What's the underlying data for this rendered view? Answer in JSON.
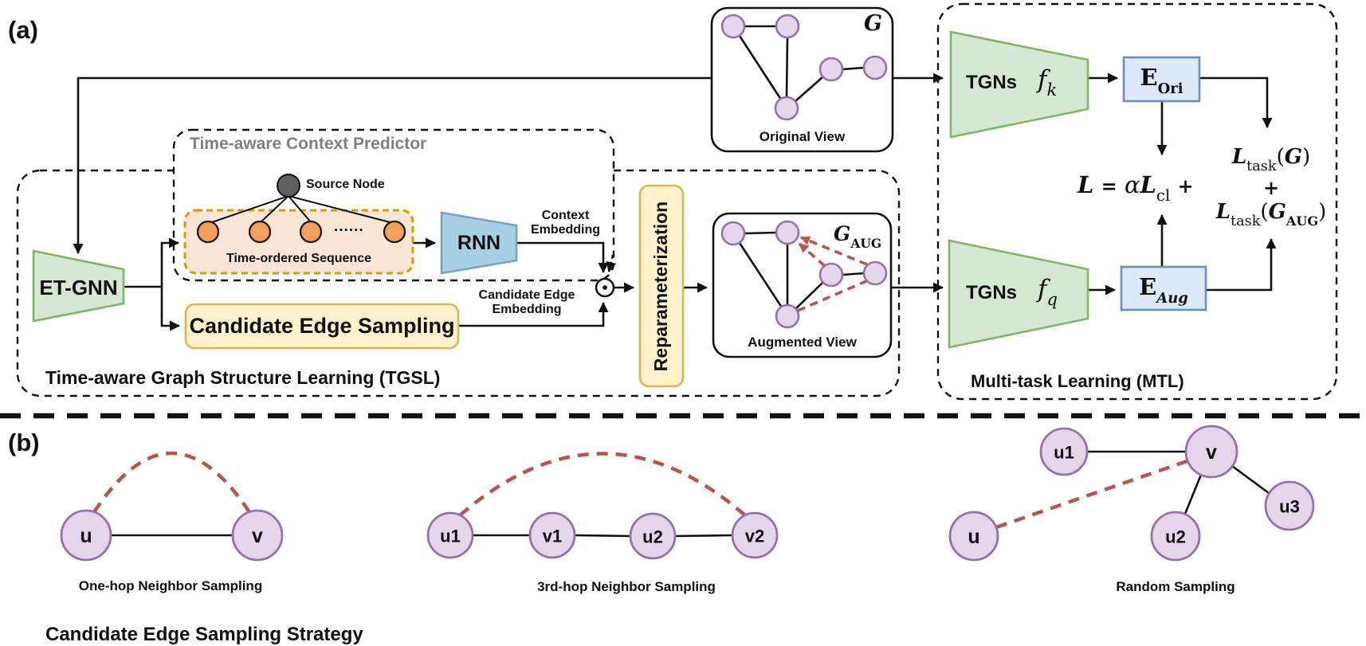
{
  "panel_a": {
    "label": "(a)",
    "tgsl": {
      "title": "Time-aware Graph Structure Learning (TGSL)",
      "et_gnn": "ET-GNN",
      "candidate_edge_sampling": "Candidate Edge Sampling",
      "reparameterization": "Reparameterization",
      "context_embedding_line1": "Context",
      "context_embedding_line2": "Embedding",
      "candidate_edge_embedding_line1": "Candidate Edge",
      "candidate_edge_embedding_line2": "Embedding",
      "predictor": {
        "title": "Time-aware Context Predictor",
        "source_node": "Source Node",
        "sequence_label": "Time-ordered Sequence",
        "ellipsis": "......",
        "rnn": "RNN"
      }
    },
    "original_view": {
      "label": "Original View",
      "symbol": "G"
    },
    "augmented_view": {
      "label": "Augmented View",
      "symbol": "G",
      "symbol_sub": "AUG"
    },
    "mtl": {
      "title": "Multi-task Learning (MTL)",
      "tgns_top": {
        "label": "TGNs",
        "f": "f",
        "sub": "k"
      },
      "tgns_bottom": {
        "label": "TGNs",
        "f": "f",
        "sub": "q"
      },
      "e_ori": {
        "base": "E",
        "sub": "Ori"
      },
      "e_aug": {
        "base": "E",
        "sub": "Aug"
      },
      "loss": {
        "l": "L",
        "eq": "=",
        "alpha": "α",
        "l2": "L",
        "cl": "cl",
        "plus1": "+",
        "t1_l": "L",
        "t1_sub": "task",
        "t1_open": "(",
        "t1_g": "G",
        "t1_close": ")",
        "plus2": "+",
        "t2_l": "L",
        "t2_sub": "task",
        "t2_open": "(",
        "t2_g": "G",
        "t2_gsub": "AUG",
        "t2_close": ")"
      }
    }
  },
  "panel_b": {
    "label": "(b)",
    "one_hop": {
      "u": "u",
      "v": "v",
      "caption": "One-hop Neighbor Sampling"
    },
    "third_hop": {
      "nodes": [
        "u1",
        "v1",
        "u2",
        "v2"
      ],
      "caption": "3rd-hop Neighbor Sampling"
    },
    "random": {
      "u1": "u1",
      "v": "v",
      "u": "u",
      "u2": "u2",
      "u3": "u3",
      "caption": "Random Sampling"
    },
    "strategy_title": "Candidate Edge Sampling Strategy"
  },
  "icons": {
    "hadamard_product": "odot (circled dot product)",
    "source_node_circle": "dark gray node"
  },
  "colors": {
    "green_fill": "#d5e8d4",
    "green_stroke": "#82b366",
    "blue_box_fill": "#dce9fb",
    "blue_box_stroke": "#6c8ebf",
    "rnn_fill": "#a9cfe4",
    "rnn_stroke": "#78a3bc",
    "yellow_fill": "#fff2cc",
    "yellow_stroke": "#d6b656",
    "orange_node_fill": "#f3a158",
    "sequence_box_fill": "#fbe5d6",
    "sequence_box_stroke": "#d79b00",
    "purple_node_fill": "#e4d7eb",
    "purple_node_stroke": "#9673a6",
    "red_dashed_edge": "#b85450",
    "predictor_title_gray": "#7f7f7f"
  }
}
